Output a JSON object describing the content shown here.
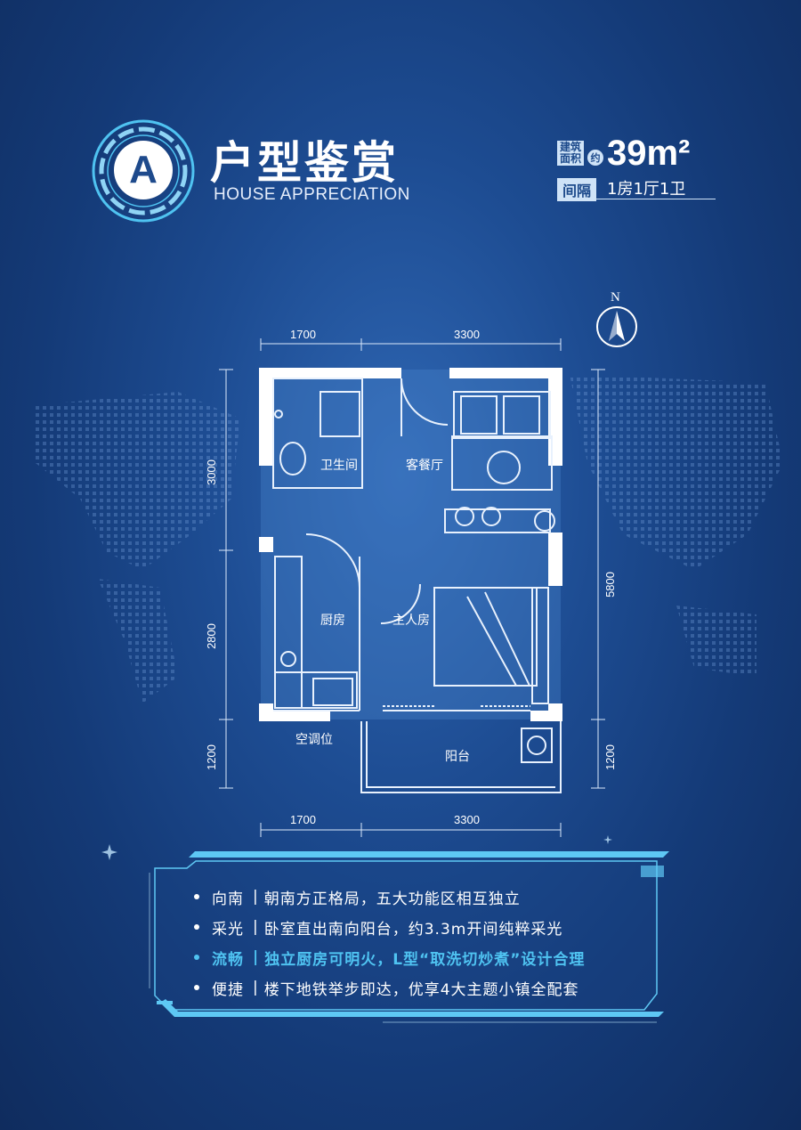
{
  "header": {
    "badge_letter": "A",
    "title": "户型鉴赏",
    "subtitle": "HOUSE APPRECIATION",
    "area_label": "建筑面积",
    "area_approx": "约",
    "area_value": "39m²",
    "layout_label": "间隔",
    "layout_value": "1房1厅1卫"
  },
  "compass": {
    "north": "N",
    "icon": "north-arrow-icon"
  },
  "floorplan": {
    "dims_top": [
      "1700",
      "3300"
    ],
    "dims_bottom": [
      "1700",
      "3300"
    ],
    "dims_left": [
      "3000",
      "2800",
      "1200"
    ],
    "dims_right": [
      "5800",
      "1200"
    ],
    "rooms": {
      "bathroom": "卫生间",
      "living_dining": "客餐厅",
      "kitchen": "厨房",
      "master_bedroom": "主人房",
      "ac_position": "空调位",
      "balcony": "阳台"
    }
  },
  "features": [
    {
      "key": "向南",
      "text": "朝南方正格局，五大功能区相互独立",
      "highlight": false
    },
    {
      "key": "采光",
      "text": "卧室直出南向阳台，约3.3m开间纯粹采光",
      "highlight": false
    },
    {
      "key": "流畅",
      "text": "独立厨房可明火，L型“取洗切炒煮”设计合理",
      "highlight": true
    },
    {
      "key": "便捷",
      "text": "楼下地铁举步即达，优享4大主题小镇全配套",
      "highlight": false
    }
  ],
  "colors": {
    "background": "#1d4c92",
    "accent_cyan": "#4fc3f1",
    "label_bg": "#cfe3f7"
  }
}
